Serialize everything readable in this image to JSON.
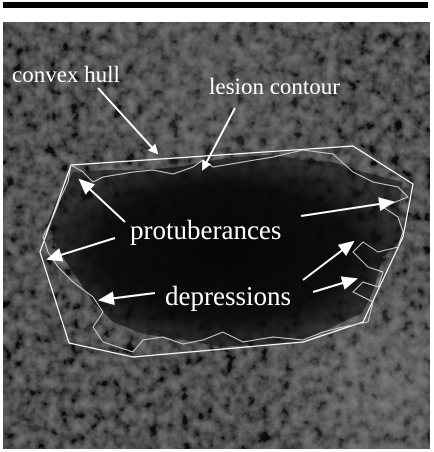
{
  "figure": {
    "annotations": {
      "convex_hull": "convex hull",
      "lesion_contour": "lesion contour",
      "protuberances": "protuberances",
      "depressions": "depressions"
    },
    "colors": {
      "background": "#ffffff",
      "top_rule": "#000000",
      "annotation": "#ffffff",
      "ultrasound_base": "#141414",
      "lesion_interior": "#060606"
    }
  }
}
